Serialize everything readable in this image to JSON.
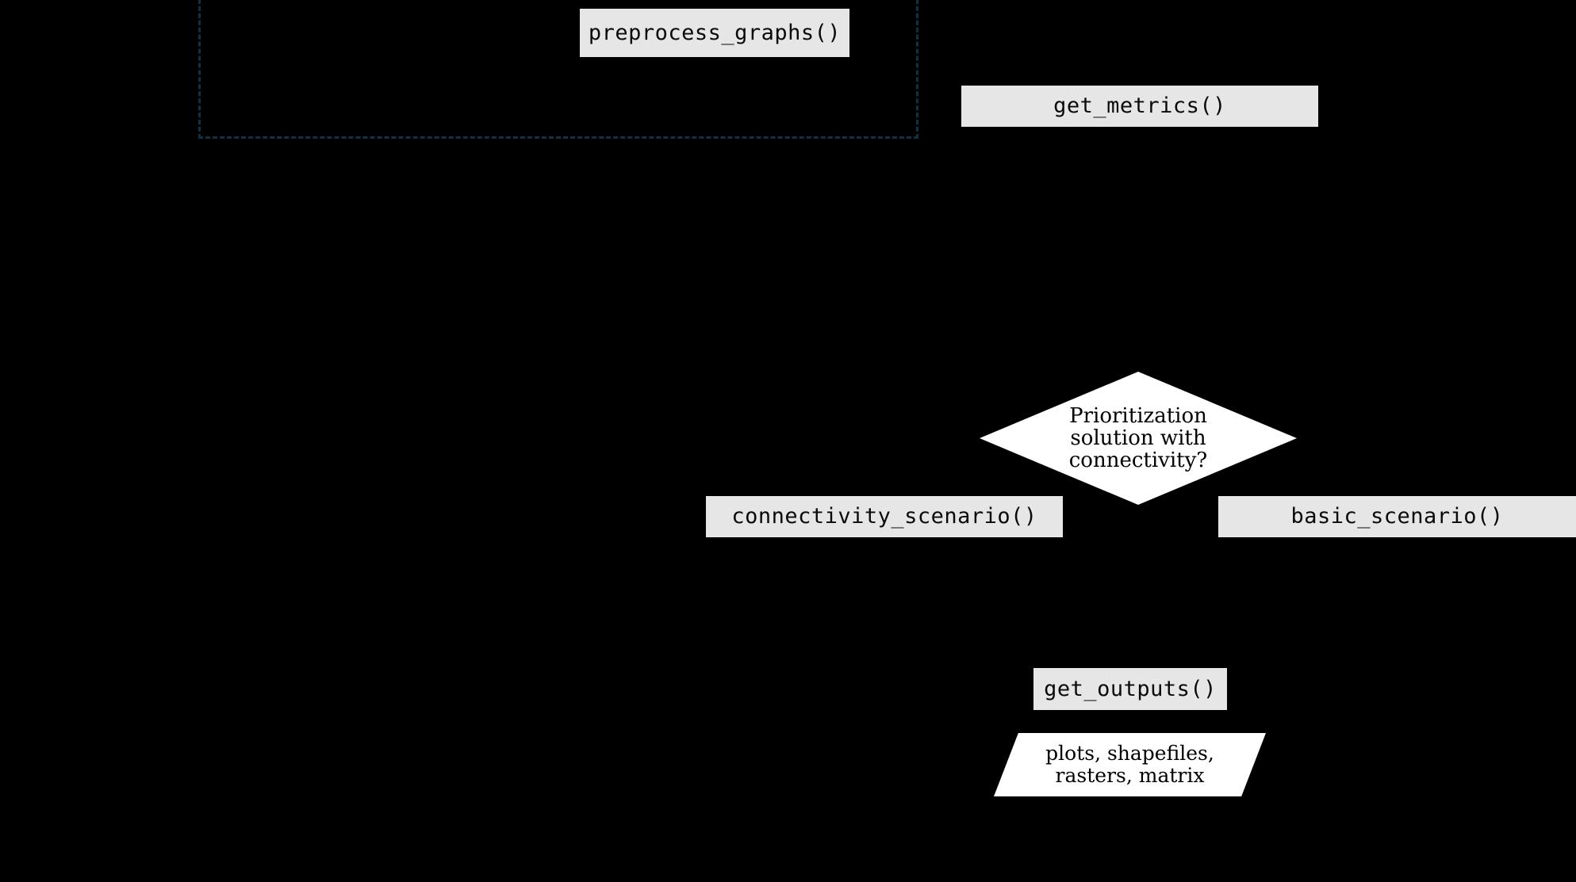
{
  "diagram": {
    "background_color": "#000000",
    "node_fill": "#e6e6e6",
    "shape_fill": "#ffffff",
    "group_border_color": "#12303f",
    "text_color": "#000000",
    "title": "",
    "nodes": {
      "preprocess_graphs": {
        "label": "preprocess_graphs()",
        "shape": "process"
      },
      "get_metrics": {
        "label": "get_metrics()",
        "shape": "process"
      },
      "decision": {
        "shape": "decision",
        "lines": [
          "Prioritization",
          "solution with",
          "connectivity?"
        ]
      },
      "connectivity_scenario": {
        "label": "connectivity_scenario()",
        "shape": "process"
      },
      "basic_scenario": {
        "label": "basic_scenario()",
        "shape": "process"
      },
      "get_outputs": {
        "label": "get_outputs()",
        "shape": "process"
      },
      "outputs_io": {
        "shape": "parallelogram",
        "lines": [
          "plots, shapefiles,",
          "rasters, matrix"
        ]
      }
    },
    "group_frame": {
      "label": ""
    }
  }
}
